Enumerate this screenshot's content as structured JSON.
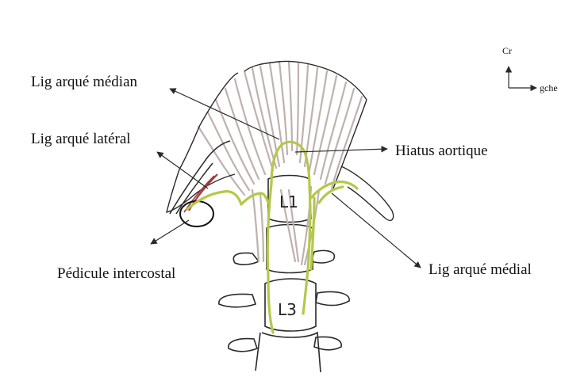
{
  "labels": {
    "lig_arque_median": "Lig arqué médian",
    "lig_arque_lateral": "Lig arqué latéral",
    "hiatus_aortique": "Hiatus aortique",
    "pedicule_intercostal": "Pédicule intercostal",
    "lig_arque_medial": "Lig arqué médial"
  },
  "orientation": {
    "cranial": "Cr",
    "left": "gche"
  },
  "vertebrae": {
    "upper": "L1",
    "lower": "L3"
  },
  "colors": {
    "ligament_outline": "#b5c84a",
    "muscle_fibers": "#bfb1ad",
    "line_art": "#2a2a2a",
    "vessel": "#a23a3a"
  }
}
